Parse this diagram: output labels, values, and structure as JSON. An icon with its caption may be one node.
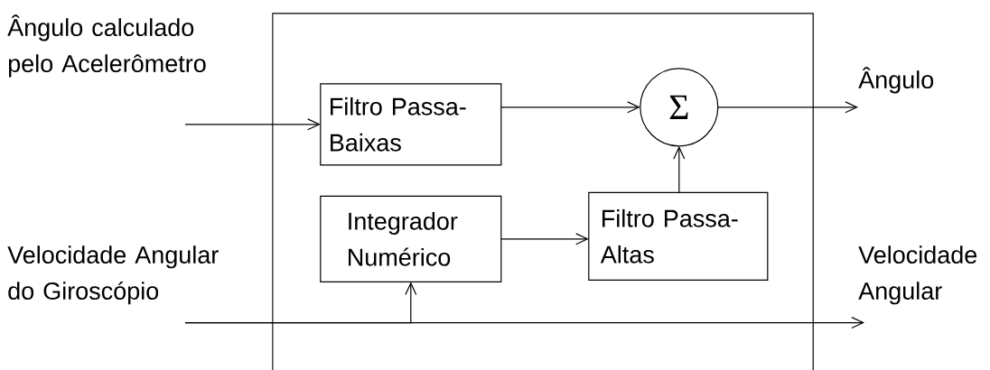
{
  "diagram": {
    "nodes": [
      {
        "text": [],
        "shape": "box"
      },
      {
        "text": [
          "Ângulo calculado pelo Acelerômetro"
        ]
      },
      {
        "text": [
          "Filtro Passa-Baixas"
        ],
        "in": 0
      },
      {
        "text": [
          "Σ"
        ],
        "in": 0
      },
      {
        "text": [
          "Ângulo"
        ]
      },
      {
        "text": [
          "Integrador Numérico"
        ],
        "in": 0
      },
      {
        "text": [
          "Filtro Passa-Altas"
        ],
        "in": 0
      },
      {
        "text": [
          "Velocidade Angular do Giroscópio"
        ]
      },
      {
        "text": [
          "Velocidade Angular"
        ]
      }
    ],
    "edges": [
      {
        "from": 1,
        "to": 2,
        "arrow": "to"
      },
      {
        "from": 2,
        "to": 3,
        "arrow": "to"
      },
      {
        "from": 3,
        "to": 4,
        "arrow": "to"
      },
      {
        "from": 5,
        "to": 6,
        "arrow": "to"
      },
      {
        "from": 6,
        "to": 3,
        "arrow": "to"
      },
      {
        "from": 7,
        "to": 8,
        "arrow": "to"
      },
      {
        "from": 7,
        "to": 5,
        "arrow": "to"
      }
    ]
  }
}
